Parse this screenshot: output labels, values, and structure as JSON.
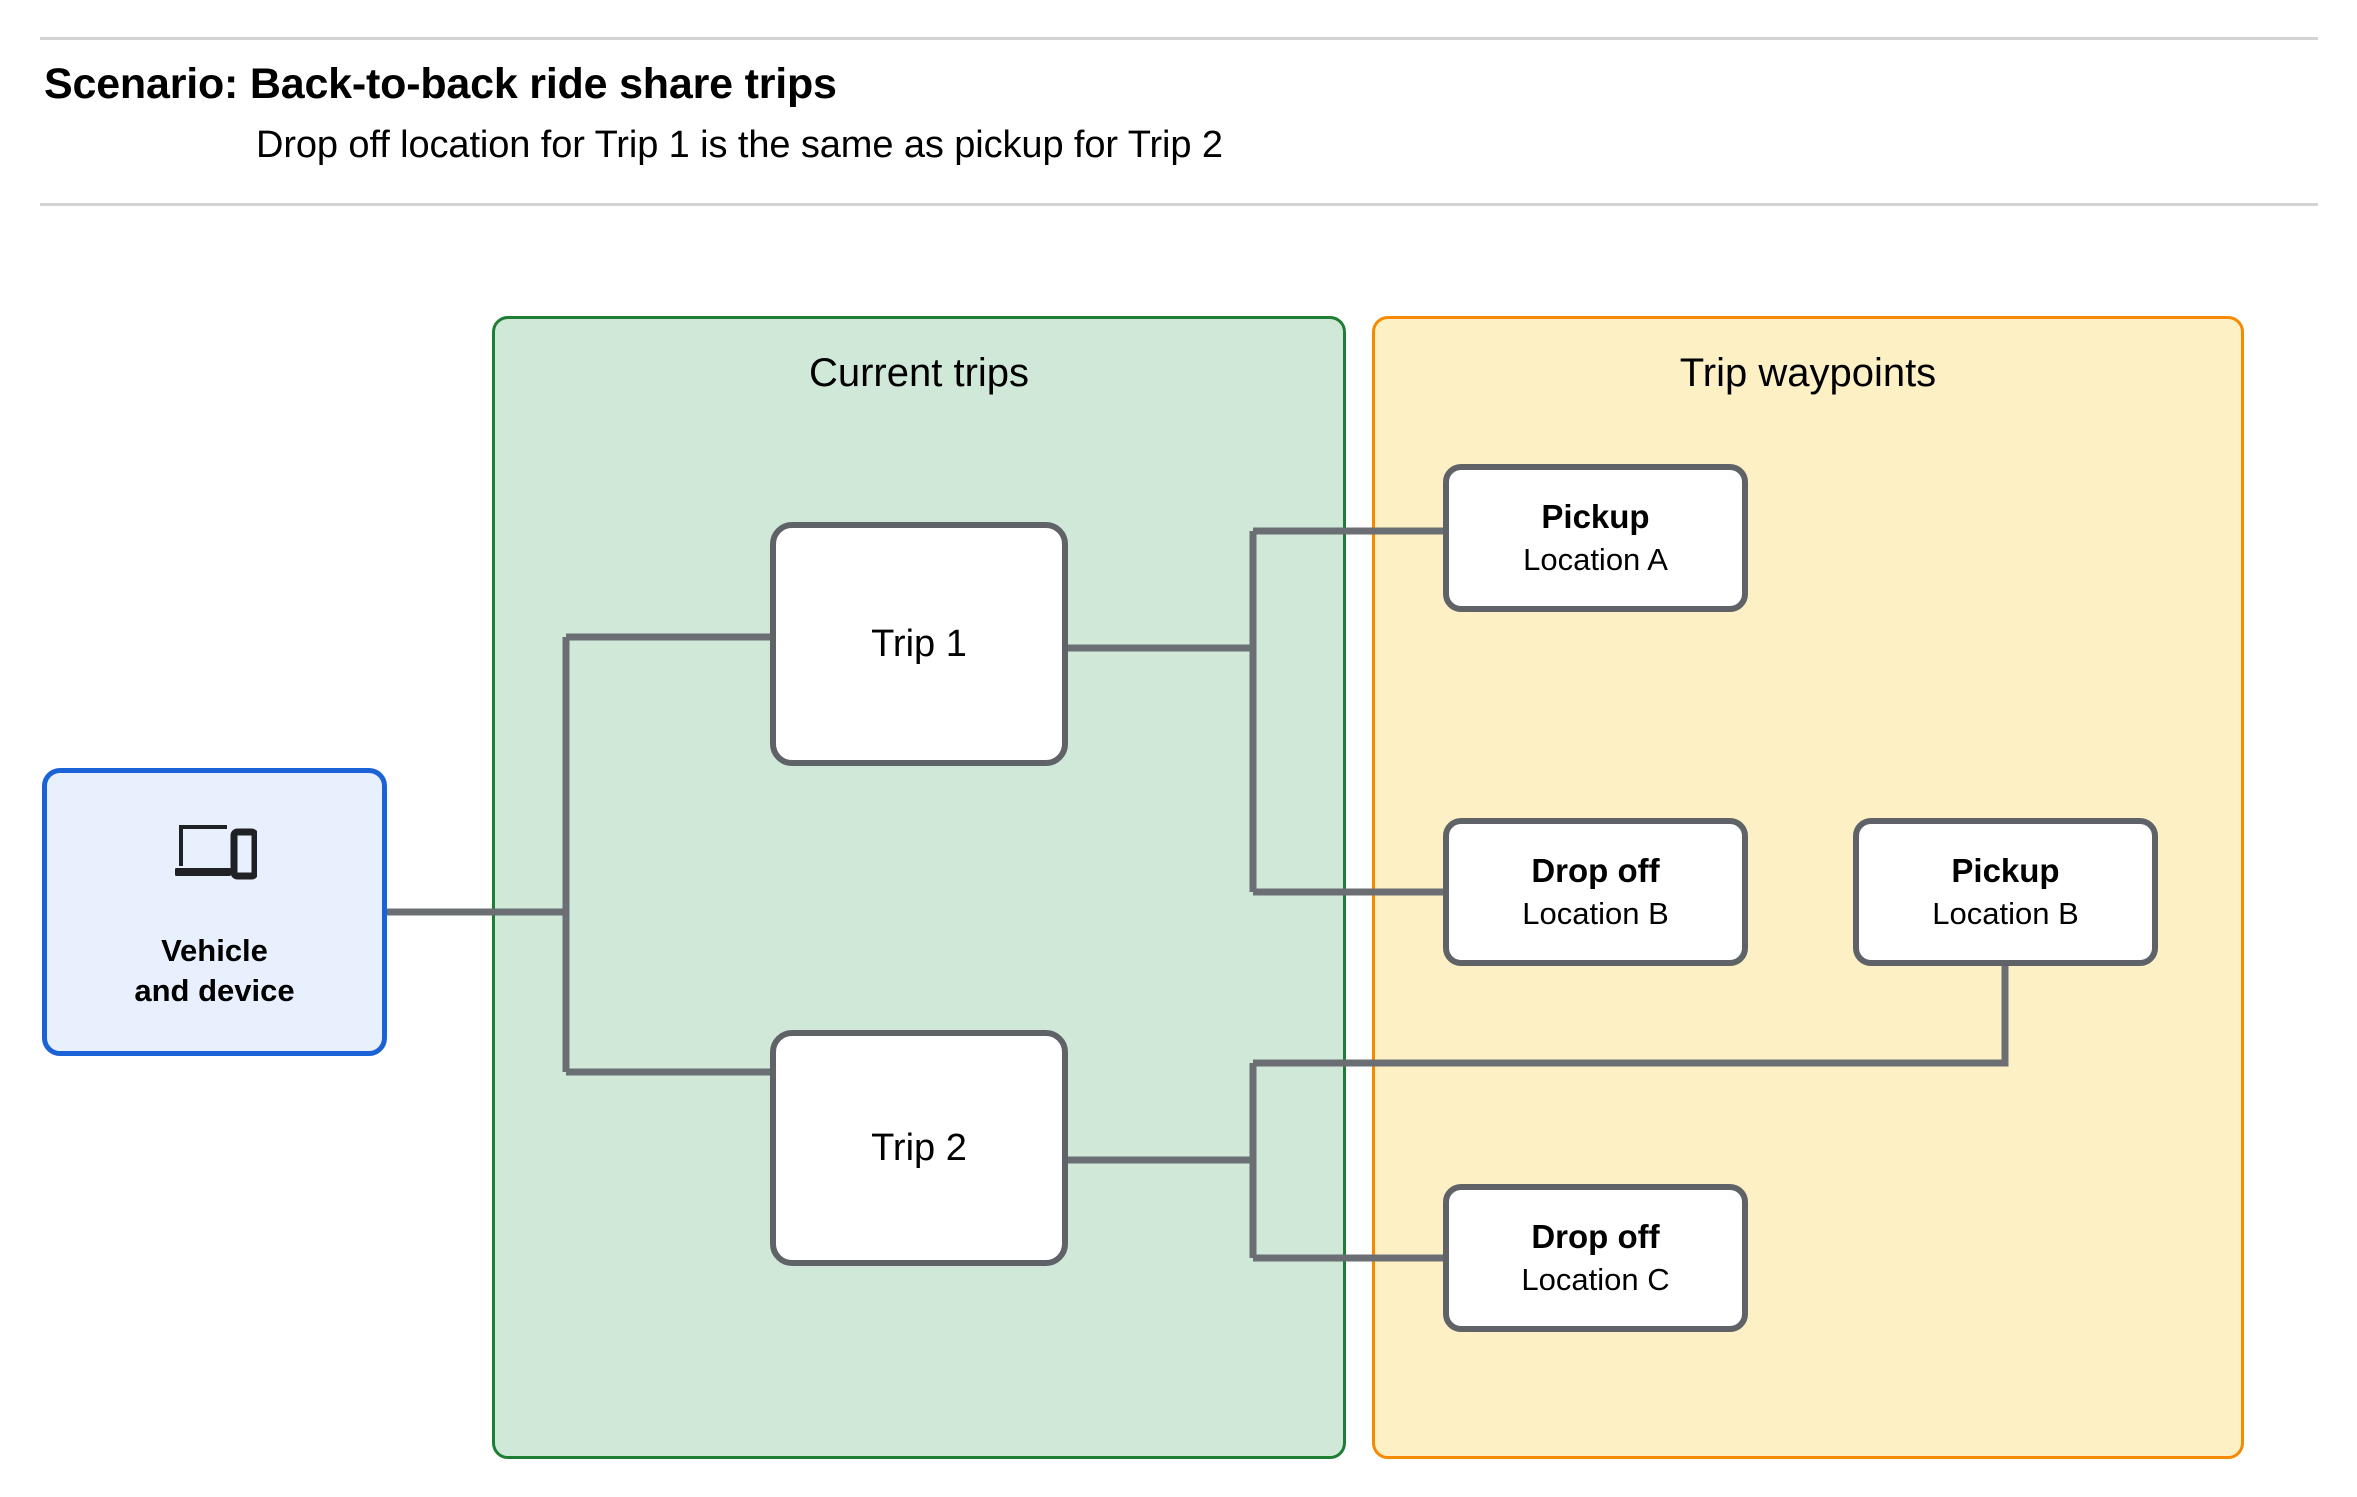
{
  "header": {
    "title": "Scenario: Back-to-back ride share trips",
    "subtitle": "Drop off  location for Trip 1 is the same as pickup for Trip 2"
  },
  "groups": {
    "current_trips": {
      "title": "Current trips",
      "fill": "#cfe8d8",
      "border": "#1e7e34"
    },
    "trip_waypoints": {
      "title": "Trip waypoints",
      "fill": "#fdf0c4",
      "border": "#f58a00"
    }
  },
  "nodes": {
    "vehicle": {
      "label": "Vehicle\nand device",
      "icon": "devices-icon",
      "fill": "#e8f0fe",
      "border": "#1a62d6"
    },
    "trip_1": {
      "label": "Trip 1"
    },
    "trip_2": {
      "label": "Trip 2"
    },
    "pickup_a": {
      "title": "Pickup",
      "location": "Location A"
    },
    "dropoff_b": {
      "title": "Drop off",
      "location": "Location B"
    },
    "pickup_b": {
      "title": "Pickup",
      "location": "Location B"
    },
    "dropoff_c": {
      "title": "Drop off",
      "location": "Location C"
    }
  },
  "connector_color": "#6b6f73"
}
